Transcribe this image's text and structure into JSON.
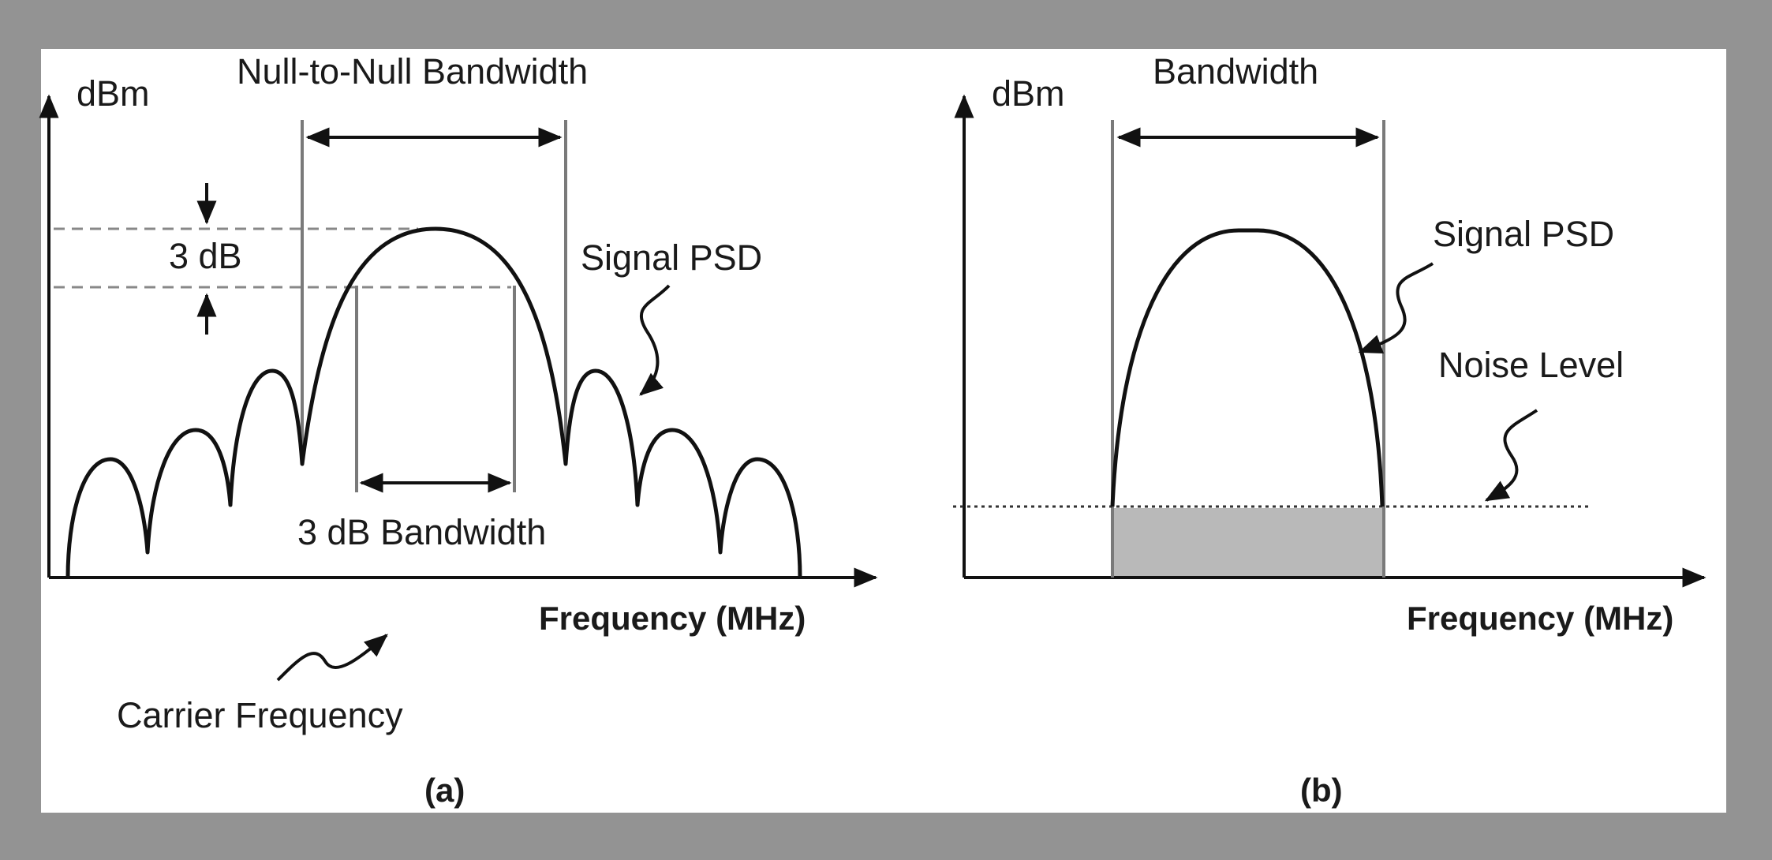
{
  "panel_a": {
    "y_label": "dBm",
    "x_label": "Frequency (MHz)",
    "null_to_null": "Null-to-Null Bandwidth",
    "three_db": "3 dB",
    "three_db_bandwidth": "3 dB Bandwidth",
    "signal_psd": "Signal PSD",
    "carrier_frequency": "Carrier Frequency",
    "caption": "(a)"
  },
  "panel_b": {
    "y_label": "dBm",
    "x_label": "Frequency (MHz)",
    "bandwidth": "Bandwidth",
    "signal_psd": "Signal PSD",
    "noise_level": "Noise Level",
    "caption": "(b)"
  },
  "colors": {
    "background": "#939393",
    "panel": "#ffffff",
    "shaded_band": "#b9b9b9"
  }
}
